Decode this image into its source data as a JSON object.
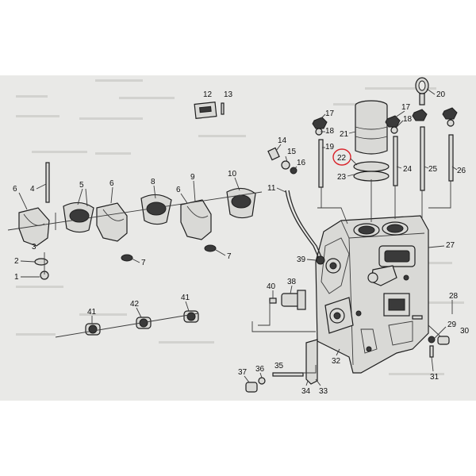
{
  "diagram": {
    "accent_color": "#d9242b",
    "highlighted_label": "22",
    "part_labels": {
      "p1": "1",
      "p2": "2",
      "p3": "3",
      "p4": "4",
      "p5": "5",
      "p6": "6",
      "p7": "7",
      "p7b": "7",
      "p8": "8",
      "p9": "9",
      "p10": "10",
      "p11": "11",
      "p12": "12",
      "p13": "13",
      "p14": "14",
      "p15": "15",
      "p16": "16",
      "p17": "17",
      "p17b": "17",
      "p18": "18",
      "p18b": "18",
      "p19": "19",
      "p20": "20",
      "p21": "21",
      "p22": "22",
      "p23": "23",
      "p24": "24",
      "p25": "25",
      "p26": "26",
      "p27": "27",
      "p28": "28",
      "p29": "29",
      "p30": "30",
      "p31": "31",
      "p32": "32",
      "p33": "33",
      "p34": "34",
      "p35": "35",
      "p36": "36",
      "p37": "37",
      "p38": "38",
      "p39": "39",
      "p40": "40",
      "p41": "41",
      "p41b": "41",
      "p42": "42"
    }
  }
}
